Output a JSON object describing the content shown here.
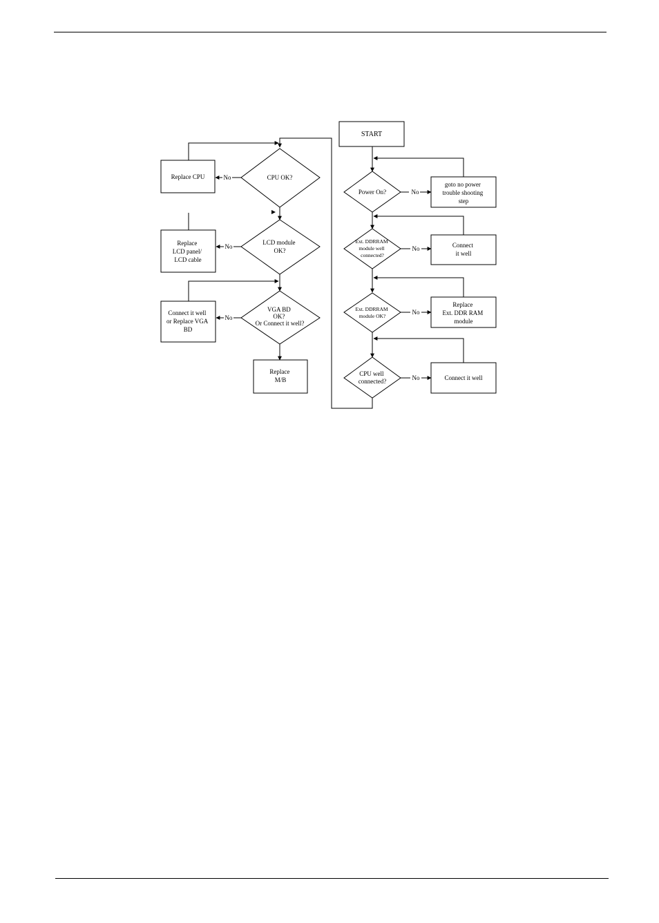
{
  "flowchart": {
    "start": "START",
    "right_column": [
      {
        "question": [
          "Power On?"
        ],
        "no_label": "No",
        "action": [
          "goto no power",
          "trouble shooting",
          "step"
        ]
      },
      {
        "question": [
          "Ext. DDRRAM",
          "module well",
          "connected?"
        ],
        "no_label": "No",
        "action": [
          "Connect",
          "it well"
        ]
      },
      {
        "question": [
          "Ext. DDRRAM",
          "module OK?"
        ],
        "no_label": "No",
        "action": [
          "Replace",
          "Ext. DDR RAM",
          "module"
        ]
      },
      {
        "question": [
          "CPU well",
          "connected?"
        ],
        "no_label": "No",
        "action": [
          "Connect it well"
        ]
      }
    ],
    "left_column": [
      {
        "question": [
          "CPU OK?"
        ],
        "no_label": "No",
        "action": [
          "Replace CPU"
        ]
      },
      {
        "question": [
          "LCD module",
          "OK?"
        ],
        "no_label": "No",
        "action": [
          "Replace",
          "LCD panel/",
          "LCD cable"
        ]
      },
      {
        "question": [
          "VGA BD",
          "OK?",
          "Or Connect it well?"
        ],
        "no_label": "No",
        "action": [
          "Connect it well",
          "or Replace VGA",
          "BD"
        ]
      }
    ],
    "end": [
      "Replace",
      "M/B"
    ]
  }
}
